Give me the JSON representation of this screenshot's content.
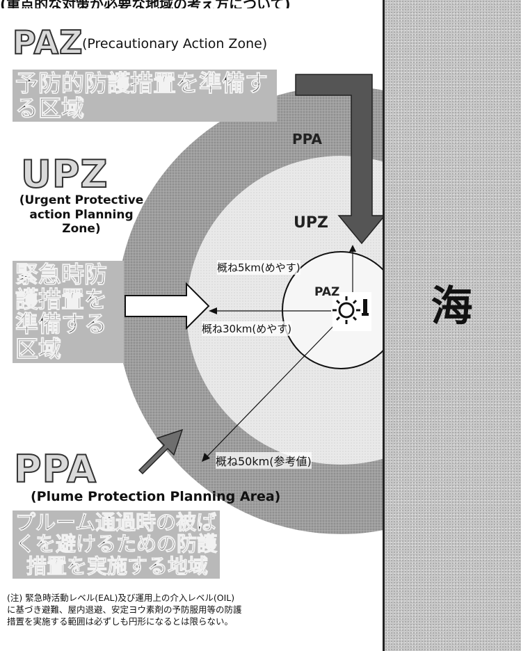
{
  "header": {
    "clipped_line": "(重点的な対策が必要な地域の考え方について)"
  },
  "paz": {
    "acronym": "PAZ",
    "full_name": "(Precautionary Action Zone)",
    "desc": "予防的防護措置を準備する区域"
  },
  "upz": {
    "acronym": "UPZ",
    "full_name_line1": "(Urgent Protective",
    "full_name_line2": "action Planning",
    "full_name_line3": "Zone)",
    "desc_lines": [
      "緊急時防",
      "護措置を",
      "準備する",
      "区域"
    ]
  },
  "ppa": {
    "acronym": "PPA",
    "full_name": "(Plume Protection Planning Area)",
    "desc_lines": [
      "プルーム通過時の被ば",
      "くを避けるための防護",
      "措置を実施する地域"
    ]
  },
  "map": {
    "zone_label_ppa": "PPA",
    "zone_label_upz": "UPZ",
    "zone_label_paz": "PAZ",
    "dist_5km": "概ね5km(めやす)",
    "dist_30km": "概ね30km(めやす)",
    "dist_50km": "概ね50km(参考値)",
    "plant_icon": "nuclear-plant-icon",
    "sea": "海"
  },
  "note": {
    "lines": [
      "(注) 緊急時活動レベル(EAL)及び運用上の介入レベル(OIL)",
      "に基づき避難、屋内退避、安定ヨウ素剤の予防服用等の防護",
      "措置を実施する範囲は必ずしも円形になるとは限らない。"
    ]
  },
  "colors": {
    "ppa_ring": "#9b9b9b",
    "upz_ring": "#e6e6e6",
    "paz_ring": "#f7f7f7",
    "arrow_dark": "#555555",
    "sea": "#c7c7c7",
    "box": "#b9b9b9"
  }
}
